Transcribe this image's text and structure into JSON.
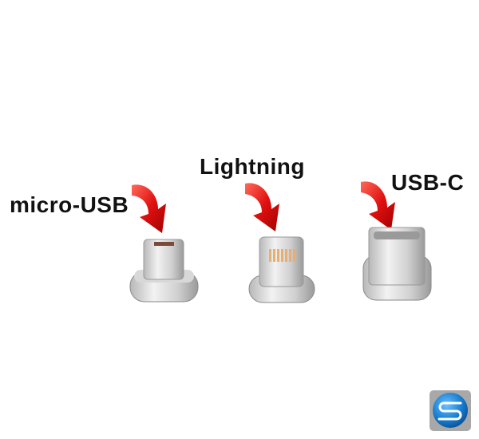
{
  "connectors": [
    {
      "label": "micro-USB"
    },
    {
      "label": "Lightning"
    },
    {
      "label": "USB-C"
    }
  ],
  "colors": {
    "arrow": "#e01010",
    "logo_bg": "#a8a8a8",
    "logo_circle": "#1a7fd0",
    "text": "#111111"
  },
  "logo": {
    "letter": "S"
  }
}
